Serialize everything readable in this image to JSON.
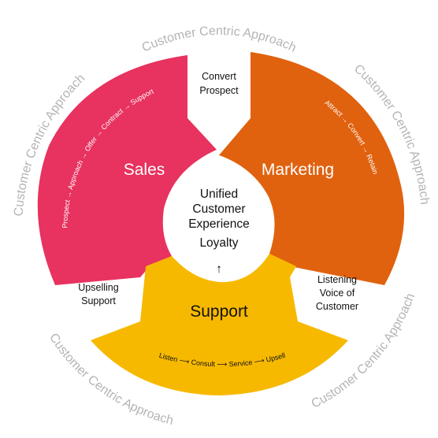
{
  "ring_labels": [
    "Customer Centric Approach",
    "Customer Centric Approach",
    "Customer Centric Approach",
    "Customer Centric Approach",
    "Customer Centric Approach"
  ],
  "segments": {
    "sales": {
      "title": "Sales",
      "steps": "Prospect → Approach → Offer → Contract → Support",
      "color": "#e8325f"
    },
    "marketing": {
      "title": "Marketing",
      "steps": "Attract → Convert → Retain",
      "color": "#e0620f"
    },
    "support": {
      "title": "Support",
      "steps": "Listen ⟶ Consult ⟶ Service ⟶ Upsell",
      "color": "#f7b900"
    }
  },
  "gaps": {
    "top": [
      "Convert",
      "Prospect"
    ],
    "left": [
      "Upselling",
      "Support"
    ],
    "right": [
      "Listening",
      "Voice of",
      "Customer"
    ]
  },
  "center": {
    "lines": [
      "Unified",
      "Customer",
      "Experience"
    ],
    "highlight": "Loyalty",
    "highlight_color": "#d4314f",
    "arrow": "↑"
  }
}
